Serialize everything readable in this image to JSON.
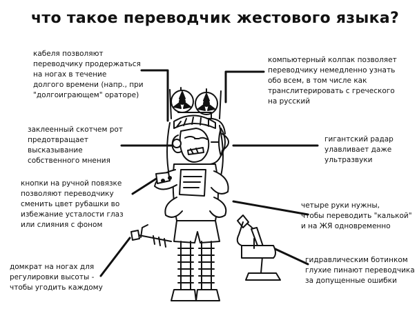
{
  "title": "что такое переводчик жестового языка?",
  "annotations": {
    "cables": [
      "кабеля позволяют",
      "переводчику продержаться",
      "на ногах в течение",
      "долгого времени (напр., при",
      "\"долгоиграющем\" ораторе)"
    ],
    "cap": [
      "компьютерный колпак позволяет",
      "переводчику немедленно узнать",
      "обо всем, в том числе как",
      "транслитерировать с греческого",
      "на русский"
    ],
    "tape": [
      "заклеенный скотчем рот",
      "предотвращает",
      "высказывание",
      "собственного мнения"
    ],
    "radar": [
      "гигантский радар",
      "улавливает даже",
      "ультразвуки"
    ],
    "buttons": [
      "кнопки на ручной повязке",
      "позволяют переводчику",
      "сменить цвет рубашки во",
      "избежание усталости глаз",
      "или слияния с фоном"
    ],
    "arms": [
      "четыре руки нужны,",
      "чтобы переводить \"калькой\"",
      "и на ЖЯ одновременно"
    ],
    "jack": [
      "домкрат на ногах для",
      "регулировки высоты -",
      "чтобы угодить каждому"
    ],
    "boots": [
      "гидравлическим ботинком",
      "глухие пинают переводчика",
      "за допущенные ошибки"
    ]
  }
}
